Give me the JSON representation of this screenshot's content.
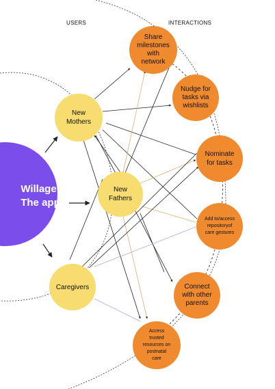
{
  "headers": {
    "users": "USERS",
    "interactions": "INTERACTIONS"
  },
  "app": {
    "line1": "Willage:",
    "line2": "The app",
    "color": "#7B4DEA"
  },
  "colors": {
    "user_fill": "#F7DC6F",
    "interaction_fill": "#F08A2E",
    "dark_line": "#222222",
    "tan_line": "#E0B070",
    "lavender_line": "#B8A8E0"
  },
  "users": {
    "new_mothers": {
      "line1": "New",
      "line2": "Mothers"
    },
    "new_fathers": {
      "line1": "New",
      "line2": "Fathers"
    },
    "caregivers": {
      "line1": "Caregivers"
    }
  },
  "interactions": {
    "share": {
      "l1": "Share",
      "l2": "milestones",
      "l3": "with",
      "l4": "network"
    },
    "nudge": {
      "l1": "Nudge for",
      "l2": "tasks via",
      "l3": "wishlists"
    },
    "nominate": {
      "l1": "Nominate",
      "l2": "for tasks"
    },
    "repository": {
      "l1": "Add to/access",
      "l2": "repositoryof",
      "l3": "care gestures"
    },
    "connect": {
      "l1": "Connect",
      "l2": "with other",
      "l3": "parents"
    },
    "resources": {
      "l1": "Access",
      "l2": "trusted",
      "l3": "resources on",
      "l4": "postnatal",
      "l5": "care"
    }
  }
}
